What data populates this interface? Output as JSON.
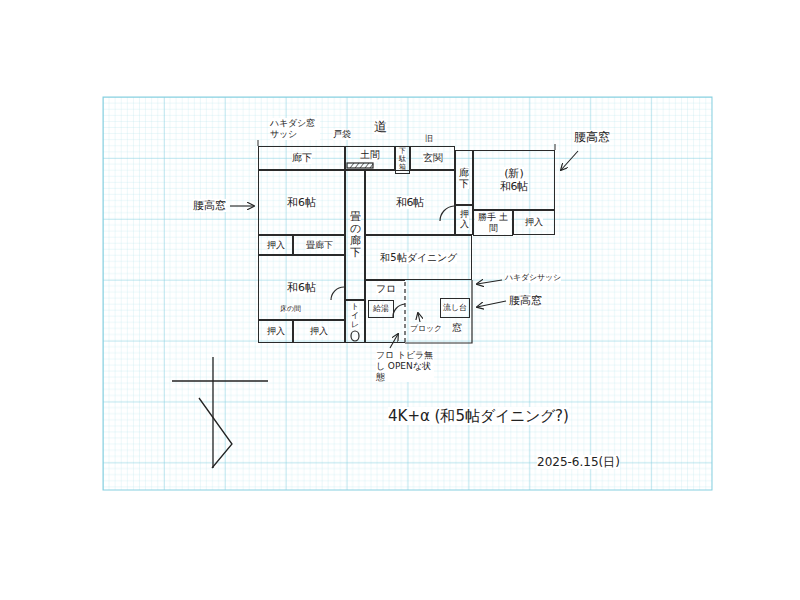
{
  "diagram": {
    "nodes": [
      {
        "text": [
          "廊下"
        ]
      },
      {
        "text": [
          "土間"
        ]
      },
      {
        "text": [
          "下駄箱"
        ]
      },
      {
        "text": [
          "玄関"
        ]
      },
      {
        "text": [
          "廊下"
        ]
      },
      {
        "text": [
          "(新)",
          "和6帖"
        ]
      },
      {
        "text": [
          "和6帖"
        ]
      },
      {
        "text": [
          "畳の廊下"
        ]
      },
      {
        "text": [
          "和6帖"
        ]
      },
      {
        "text": [
          "押入"
        ]
      },
      {
        "text": [
          "勝手 土間"
        ]
      },
      {
        "text": [
          "押入"
        ]
      },
      {
        "text": [
          "押入"
        ]
      },
      {
        "text": [
          "畳廊下"
        ]
      },
      {
        "text": [
          "和5帖ダイニング"
        ]
      },
      {
        "text": [
          "和6帖"
        ]
      },
      {
        "text": [
          "フロ"
        ]
      },
      {
        "text": [
          "給湯"
        ],
        "in": 16
      },
      {
        "text": [
          "流し台"
        ]
      },
      {
        "text": [
          "トイレ"
        ]
      },
      {
        "text": [
          "押入"
        ]
      },
      {
        "text": [
          "押入"
        ]
      }
    ],
    "labels": [
      "ハキダシ窓 サッシ",
      "戸袋",
      "道",
      "旧",
      "腰高窓",
      "腰高窓",
      "ハキダシサッシ",
      "腰高窓",
      "ブロック",
      "窓",
      "フロ トビラ無し OPENな状態",
      "床の間",
      "4K+α (和5帖ダイニング?)",
      "2025-6.15(日)"
    ]
  }
}
